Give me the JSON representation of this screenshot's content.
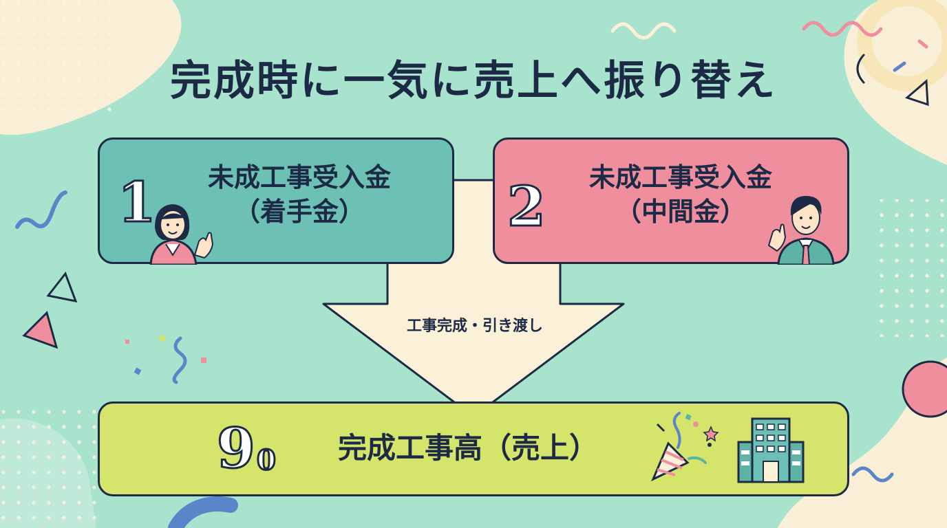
{
  "title": "完成時に一気に売上へ振り替え",
  "boxes": [
    {
      "number": "1",
      "label": "未成工事受入金",
      "sublabel": "（着手金）",
      "color": "#6cc1b4"
    },
    {
      "number": "2",
      "label": "未成工事受入金",
      "sublabel": "（中間金）",
      "color": "#ef8f9e"
    }
  ],
  "arrow": {
    "label": "工事完成・引き渡し",
    "color": "#fbf1d9"
  },
  "result": {
    "number": "9",
    "number_suffix": "0",
    "label": "完成工事高（売上）",
    "color": "#d5e46a"
  },
  "icons": [
    "woman-waving-icon",
    "man-waving-icon",
    "party-popper-icon",
    "office-building-icon"
  ],
  "colors": {
    "background": "#a8e3cd",
    "outline": "#1d2a45",
    "accent_pink": "#ef8f9e",
    "cream": "#fbf1d9"
  }
}
